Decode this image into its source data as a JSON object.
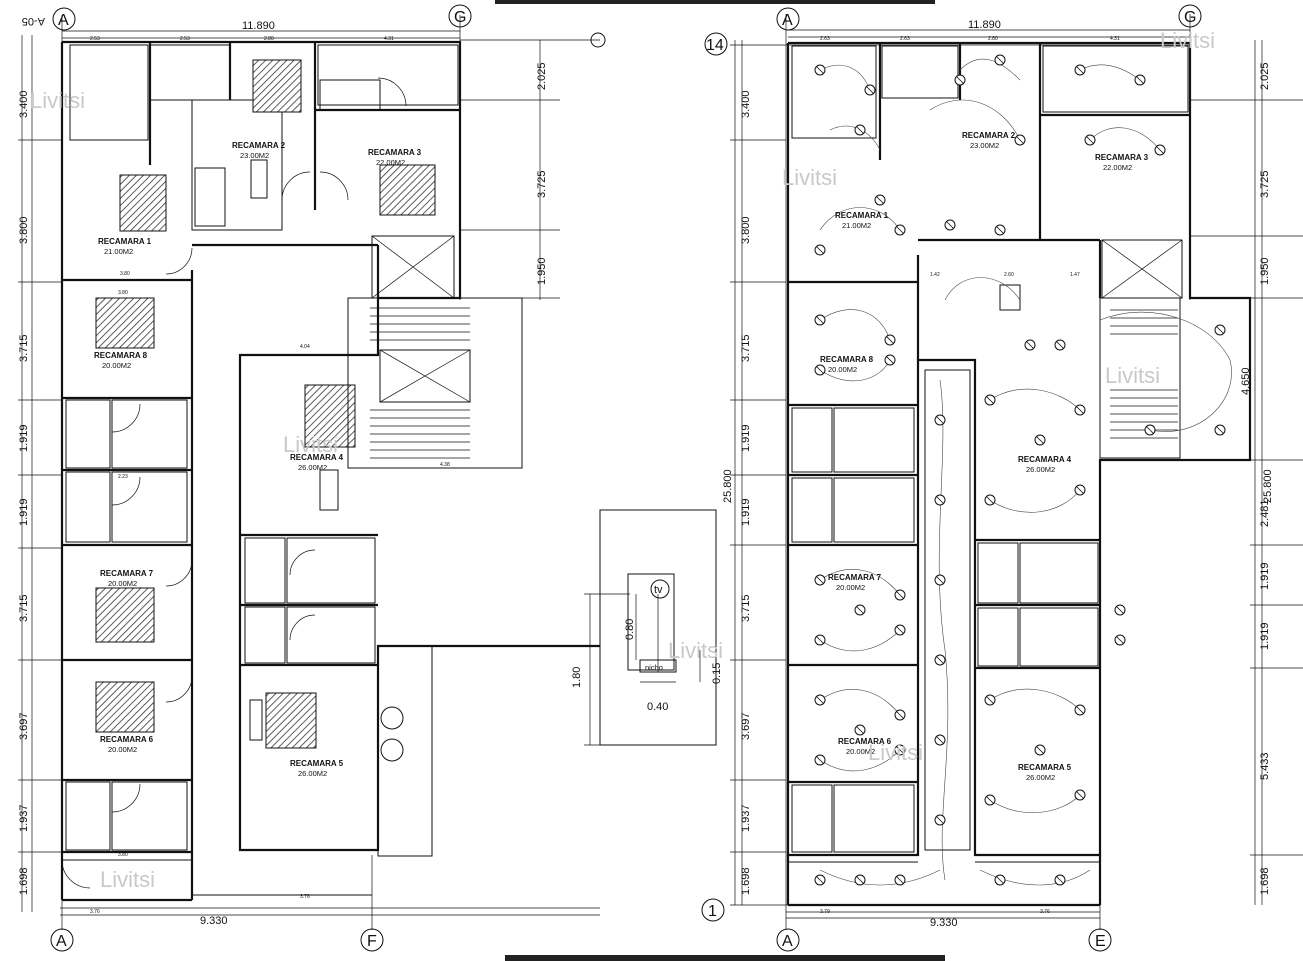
{
  "plans": [
    {
      "id": "architectural",
      "top_dimension": "11.890",
      "bottom_dimension": "9.330",
      "grid_bubbles": [
        {
          "label": "A"
        },
        {
          "label": "G"
        },
        {
          "label": "A"
        },
        {
          "label": "F"
        }
      ],
      "sheet_ref": "A-05",
      "left_dimensions": [
        "3.400",
        "3.800",
        "3.715",
        "1.919",
        "1.919",
        "3.715",
        "3.697",
        "1.937",
        "1.698"
      ],
      "right_dimensions": [
        "2.025",
        "3.725",
        "1.950"
      ],
      "rooms": [
        {
          "name": "RECAMARA 1",
          "area": "21.00M2"
        },
        {
          "name": "RECAMARA 2",
          "area": "23.00M2"
        },
        {
          "name": "RECAMARA 3",
          "area": "22.00M2"
        },
        {
          "name": "RECAMARA 8",
          "area": "20.00M2"
        },
        {
          "name": "RECAMARA 4",
          "area": "26.00M2"
        },
        {
          "name": "RECAMARA 7",
          "area": "20.00M2"
        },
        {
          "name": "RECAMARA 6",
          "area": "20.00M2"
        },
        {
          "name": "RECAMARA 5",
          "area": "26.00M2"
        }
      ]
    },
    {
      "id": "electrical",
      "top_dimension": "11.890",
      "bottom_dimension": "9.330",
      "grid_bubbles": [
        {
          "label": "A"
        },
        {
          "label": "G"
        },
        {
          "label": "14"
        },
        {
          "label": "1"
        },
        {
          "label": "A"
        },
        {
          "label": "E"
        }
      ],
      "left_dimensions": [
        "3.400",
        "3.800",
        "3.715",
        "1.919",
        "1.919",
        "3.715",
        "3.697",
        "1.937",
        "1.698"
      ],
      "right_dimensions": [
        "2.025",
        "3.725",
        "1.950",
        "4.650",
        "2.481",
        "1.919",
        "1.919",
        "5.433",
        "1.698"
      ],
      "overall_vertical": "25.800",
      "rooms": [
        {
          "name": "RECAMARA 1",
          "area": "21.00M2"
        },
        {
          "name": "RECAMARA 2",
          "area": "23.00M2"
        },
        {
          "name": "RECAMARA 3",
          "area": "22.00M2"
        },
        {
          "name": "RECAMARA 8",
          "area": "20.00M2"
        },
        {
          "name": "RECAMARA 4",
          "area": "26.00M2"
        },
        {
          "name": "RECAMARA 7",
          "area": "20.00M2"
        },
        {
          "name": "RECAMARA 6",
          "area": "20.00M2"
        },
        {
          "name": "RECAMARA 5",
          "area": "26.00M2"
        }
      ]
    }
  ],
  "tv_niche_detail": {
    "height": "1.80",
    "niche_height": "0.80",
    "niche_width": "0.40",
    "offset": "0.15",
    "tv_label": "tv",
    "niche_label": "nicho"
  },
  "watermark": "Livitsi"
}
